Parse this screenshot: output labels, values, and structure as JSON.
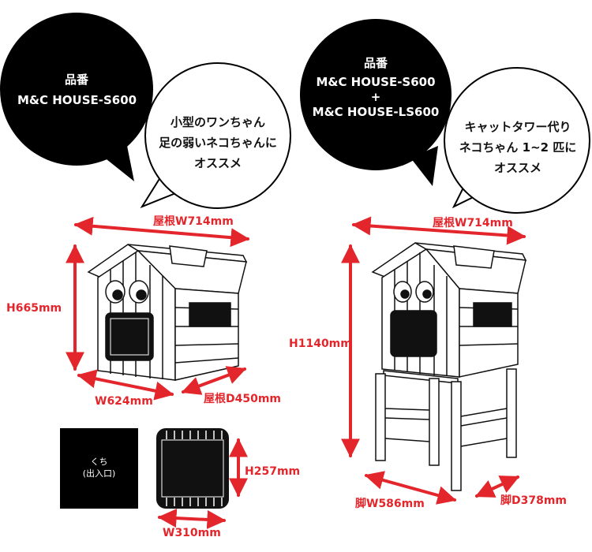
{
  "left_bubble_black": {
    "line1": "品番",
    "line2": "M&C HOUSE-S600"
  },
  "left_bubble_white": {
    "line1": "小型のワンちゃん",
    "line2": "足の弱いネコちゃんに",
    "line3": "オススメ"
  },
  "right_bubble_black": {
    "line1": "品番",
    "line2": "M&C HOUSE-S600",
    "line3": "+",
    "line4": "M&C HOUSE-LS600"
  },
  "right_bubble_white": {
    "line1": "キャットタワー代り",
    "line2": "ネコちゃん 1~2 匹に",
    "line3": "オススメ"
  },
  "left_house_dims": {
    "roof_width": "屋根W714mm",
    "height": "H665mm",
    "width": "W624mm",
    "roof_depth": "屋根D450mm"
  },
  "right_house_dims": {
    "roof_width": "屋根W714mm",
    "height": "H1140mm",
    "leg_width": "脚W586mm",
    "leg_depth": "脚D378mm"
  },
  "mouth_detail": {
    "label_line1": "くち",
    "label_line2": "(出入口)",
    "height": "H257mm",
    "width": "W310mm"
  },
  "colors": {
    "dimension_red": "#e3262b",
    "bubble_black": "#000000"
  }
}
